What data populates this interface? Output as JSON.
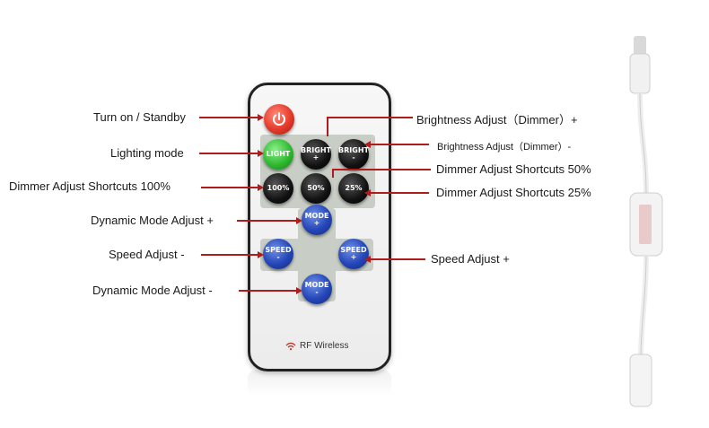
{
  "callouts": {
    "turn_on": "Turn on / Standby",
    "lighting_mode": "Lighting mode",
    "dimmer_100": "Dimmer Adjust Shortcuts 100%",
    "dynamic_plus": "Dynamic Mode Adjust +",
    "speed_minus": "Speed Adjust -",
    "dynamic_minus": "Dynamic Mode Adjust -",
    "brightness_plus": "Brightness Adjust（Dimmer）+",
    "brightness_minus": "Brightness Adjust（Dimmer）-",
    "dimmer_50": "Dimmer Adjust Shortcuts 50%",
    "dimmer_25": "Dimmer Adjust Shortcuts 25%",
    "speed_plus": "Speed Adjust +"
  },
  "remote": {
    "light": "LIGHT",
    "bright": "BRIGHT",
    "plus": "+",
    "minus": "-",
    "p100": "100%",
    "p50": "50%",
    "p25": "25%",
    "mode": "MODE",
    "speed": "SPEED",
    "brand": "RF Wireless",
    "power_icon": "power-icon",
    "wifi_icon": "wireless-icon"
  },
  "colors": {
    "callout_line": "#b01c1c",
    "power_button": "#e53a2a",
    "light_button": "#2bb52b",
    "mode_speed_buttons": "#2446b8"
  }
}
